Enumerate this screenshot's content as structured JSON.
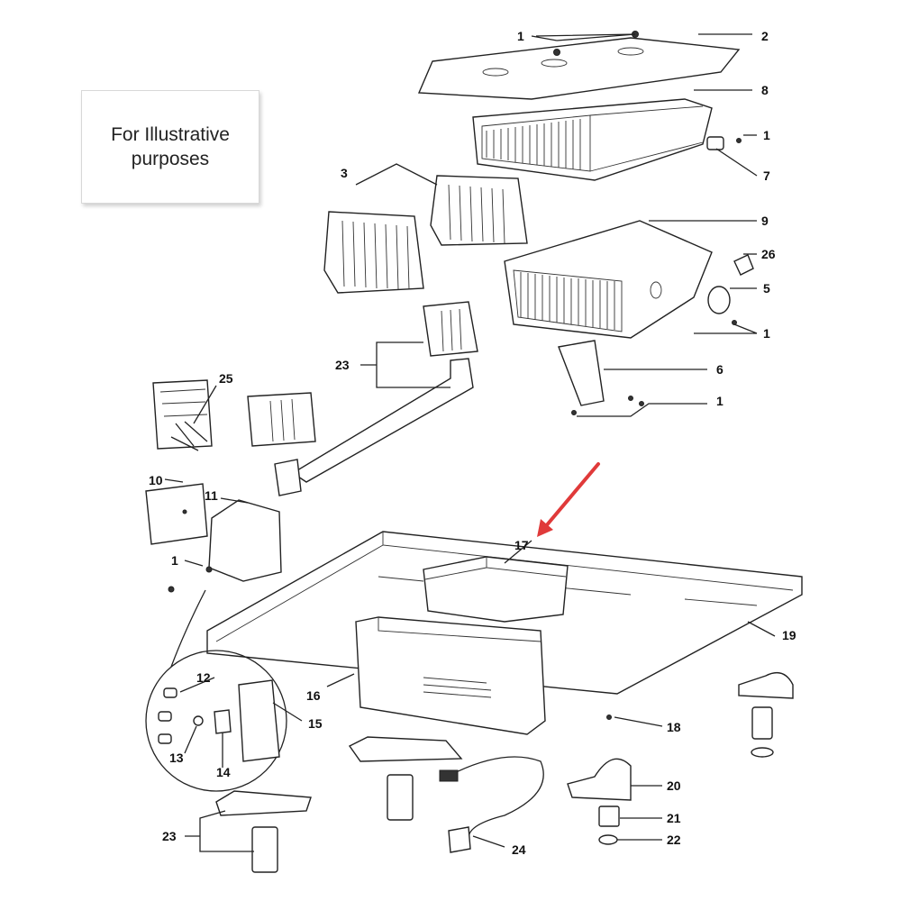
{
  "note": {
    "line1": "For Illustrative",
    "line2": "purposes"
  },
  "colors": {
    "arrow": "#e03a3a",
    "ink": "#222222"
  },
  "labels": {
    "p1a": "1",
    "p2": "2",
    "p8": "8",
    "p1b": "1",
    "p7": "7",
    "p3": "3",
    "p9": "9",
    "p26": "26",
    "p5": "5",
    "p1c": "1",
    "p23a": "23",
    "p6": "6",
    "p1d": "1",
    "p25": "25",
    "p10": "10",
    "p11": "11",
    "p1e": "1",
    "p17": "17",
    "p19": "19",
    "p12": "12",
    "p16": "16",
    "p15": "15",
    "p13": "13",
    "p14": "14",
    "p18": "18",
    "p20": "20",
    "p21": "21",
    "p22": "22",
    "p23b": "23",
    "p24": "24"
  }
}
